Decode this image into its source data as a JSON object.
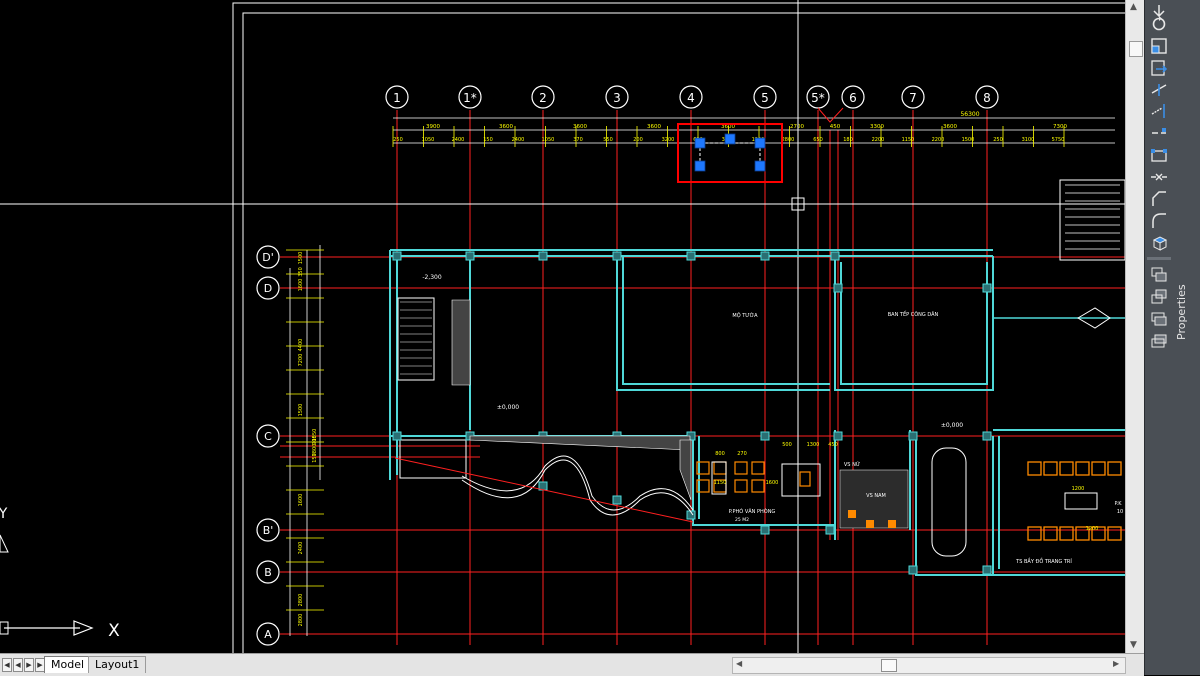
{
  "tabs": [
    {
      "label": "Model",
      "active": true
    },
    {
      "label": "Layout1",
      "active": false
    }
  ],
  "properties_panel": {
    "title": "Properties"
  },
  "ucs": {
    "x_label": "X",
    "y_label": "Y"
  },
  "grid": {
    "column_bubbles": [
      "1",
      "1*",
      "2",
      "3",
      "4",
      "5",
      "5*",
      "6",
      "7",
      "8"
    ],
    "row_bubbles": [
      "D'",
      "D",
      "C",
      "B'",
      "B",
      "A"
    ]
  },
  "dimensions": {
    "overall": "56300",
    "top_row": [
      "3900",
      "3600",
      "3600",
      "3600",
      "3600",
      "2700",
      "450",
      "3300",
      "3600",
      "7300"
    ],
    "second_row": [
      "250",
      "1050",
      "2400",
      "150",
      "2400",
      "1050",
      "370",
      "550",
      "200",
      "3200",
      "650",
      "3400",
      "1200",
      "2800",
      "650",
      "180",
      "2200",
      "1150",
      "2200",
      "1500",
      "250",
      "3100",
      "5750"
    ],
    "left_column": [
      "1500",
      "350",
      "1600",
      "4400",
      "7200",
      "1500",
      "1550",
      "900",
      "7800",
      "150",
      "1600",
      "2400",
      "2800",
      "2800"
    ]
  },
  "room_labels": [
    "MỘ TƯỚA",
    "BAN TẾP CÔNG DÂN",
    "P.PHÓ VĂN PHÒNG",
    "25 M2",
    "VS NỮ",
    "VS NAM",
    "TS BẦY ĐỒ TRANG TRÍ"
  ],
  "levels": [
    "-2,300",
    "±0,000",
    "±0,000"
  ],
  "furniture_dims": [
    "500",
    "1300",
    "450",
    "800",
    "270",
    "1150",
    "1600",
    "1200",
    "1200"
  ],
  "edge_labels": [
    "P.K",
    "10"
  ],
  "colors": {
    "background": "#000000",
    "grid_line": "#ff2020",
    "wall": "#4fd8d8",
    "dimension": "#ffff00",
    "selection": "#1e78ff",
    "frame": "#ffffff",
    "highlight_box": "#ff0000",
    "furniture": "#ff8a00"
  }
}
